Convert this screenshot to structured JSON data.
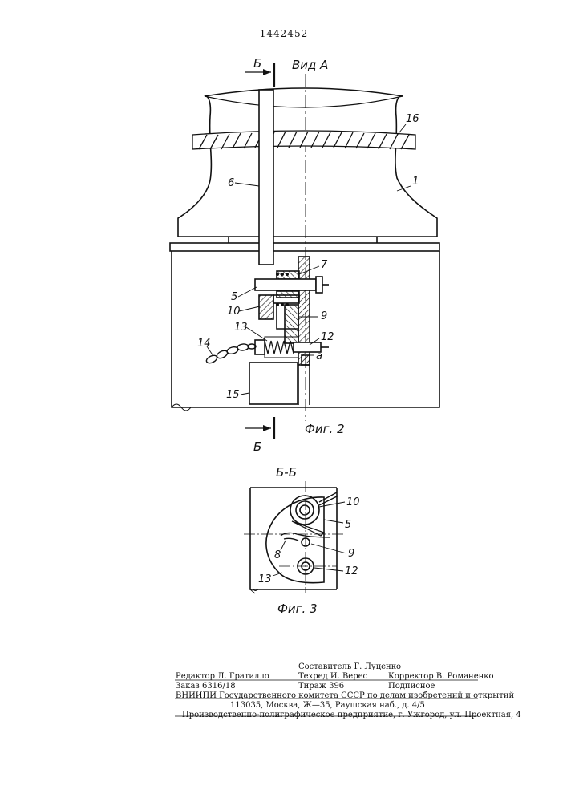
{
  "patent_number": "1442452",
  "section_marks": {
    "top_b": "Б",
    "view_a": "Вид А",
    "bottom_b": "Б",
    "section_bb": "Б-Б"
  },
  "figure_captions": {
    "fig2": "Фиг. 2",
    "fig3": "Фиг. 3"
  },
  "fig2_labels": {
    "l16": "16",
    "l1": "1",
    "l6": "6",
    "l7": "7",
    "l5": "5",
    "l10": "10",
    "l9": "9",
    "l13": "13",
    "l12": "12",
    "l14": "14",
    "la": "a",
    "l15": "15"
  },
  "fig3_labels": {
    "l10": "10",
    "l5": "5",
    "l8": "8",
    "l9": "9",
    "l13": "13",
    "l12": "12"
  },
  "footer": {
    "compiler": "Составитель Г. Луценко",
    "editor": "Редактор Л. Гратилло",
    "techred": "Техред И. Верес",
    "corrector": "Корректор В. Романенко",
    "order": "Заказ 6316/18",
    "circulation": "Тираж 396",
    "subscription": "Подписное",
    "org": "ВНИИПИ Государственного комитета СССР по делам изобретений и открытий",
    "address": "113035, Москва, Ж—35, Раушская наб., д. 4/5",
    "printer": "Производственно-полиграфическое предприятие, г. Ужгород, ул. Проектная, 4"
  }
}
